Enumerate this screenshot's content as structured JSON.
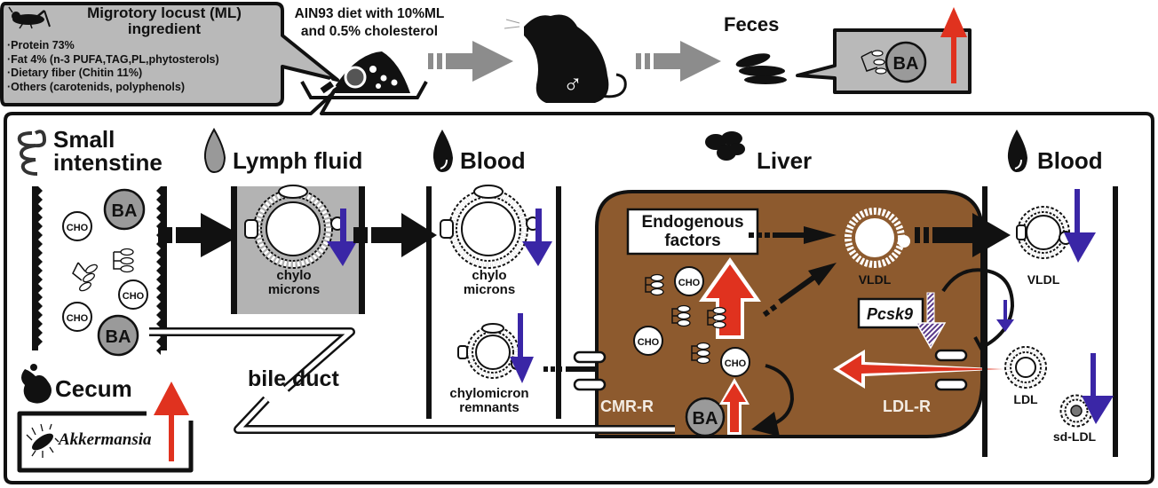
{
  "colors": {
    "liver_fill": "#8d5a2e",
    "gray_box": "#b9b9b9",
    "lymph_fill": "#b3b3b3",
    "increase_arrow": "#e0321f",
    "decrease_arrow": "#3a26a6",
    "flow_arrow_gray": "#8c8c8c",
    "ba_circle": "#9a9a9a"
  },
  "top": {
    "ingredient_box": {
      "title_line1": "Migrotory locust (ML)",
      "title_line2": "ingredient",
      "items": [
        "·Protein 73%",
        "·Fat 4% (n-3 PUFA,TAG,PL,phytosterols)",
        "·Dietary fiber  (Chitin 11%)",
        "·Others  (carotenids, polyphenols)"
      ],
      "icon": "locust-icon"
    },
    "diet_label_line1": "AIN93 diet with 10%ML",
    "diet_label_line2": "and 0.5% cholesterol",
    "mouse_symbol": "♂",
    "feces_label": "Feces",
    "feces_box": {
      "ba_label": "BA",
      "trend": "increase"
    }
  },
  "sections": {
    "small_intestine": {
      "line1": "Small",
      "line2": "intenstine",
      "icon": "intestine-icon"
    },
    "lymph": {
      "label": "Lymph fluid",
      "icon": "droplet-icon"
    },
    "blood1": {
      "label": "Blood",
      "icon": "droplet-icon"
    },
    "liver": {
      "label": "Liver",
      "icon": "liver-icon"
    },
    "blood2": {
      "label": "Blood",
      "icon": "droplet-icon"
    },
    "cecum": {
      "label": "Cecum",
      "icon": "cecum-icon"
    }
  },
  "intestine": {
    "molecules": [
      "BA",
      "CHO",
      "CHO",
      "CHO",
      "BA"
    ]
  },
  "lymph_content": {
    "line1": "chylo",
    "line2": "microns",
    "trend": "decrease"
  },
  "blood1_content": {
    "chylo_line1": "chylo",
    "chylo_line2": "microns",
    "chylo_trend": "decrease",
    "remnant_line1": "chylomicron",
    "remnant_line2": "remnants",
    "remnant_trend": "decrease"
  },
  "liver_content": {
    "endogenous_line1": "Endogenous",
    "endogenous_line2": "factors",
    "endogenous_trend": "increase",
    "vldl_label": "VLDL",
    "pcsk9_label": "Pcsk9",
    "pcsk9_trend": "decrease",
    "cmr_receptor": "CMR-R",
    "ldl_receptor": "LDL-R",
    "cho_labels": [
      "CHO",
      "CHO",
      "CHO"
    ],
    "ba_label": "BA",
    "ba_trend": "increase",
    "ldl_uptake_trend": "increase"
  },
  "blood2_content": {
    "vldl_label": "VLDL",
    "vldl_trend": "decrease",
    "ldl_label": "LDL",
    "ldl_trend": "decrease",
    "sdldl_label": "sd-LDL",
    "sdldl_trend": "decrease"
  },
  "bile_duct_label": "bile duct",
  "cecum_box": {
    "bacterium": "Akkermansia",
    "trend": "increase"
  }
}
